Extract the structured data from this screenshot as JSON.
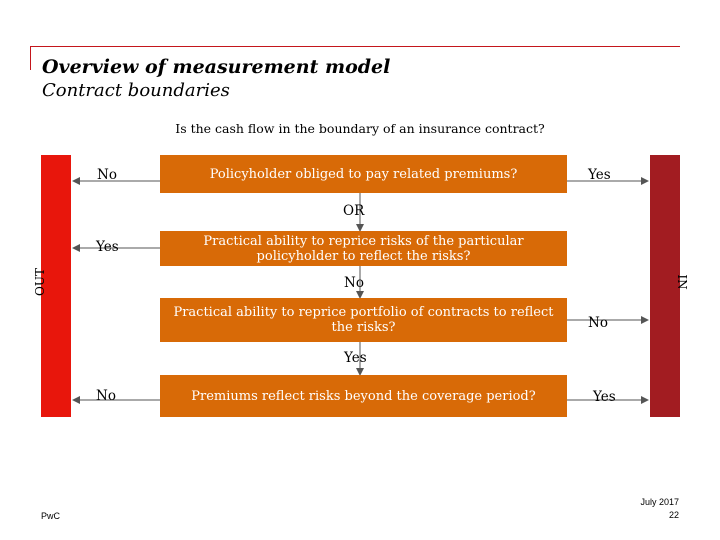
{
  "title": "Overview of measurement model",
  "subtitle": "Contract boundaries",
  "question": "Is the cash flow in the boundary of an insurance contract?",
  "side_labels": {
    "out": "OUT",
    "in": "IN"
  },
  "steps": [
    {
      "text": "Policyholder obliged to pay related premiums?",
      "left_label": "No",
      "right_label": "Yes"
    },
    {
      "connector": "OR"
    },
    {
      "text": "Practical ability to reprice risks of the particular policyholder to reflect the risks?",
      "left_label": "Yes"
    },
    {
      "connector": "No"
    },
    {
      "text": "Practical ability to reprice portfolio of contracts to reflect the risks?",
      "right_label": "No"
    },
    {
      "connector": "Yes"
    },
    {
      "text": "Premiums reflect risks beyond the coverage period?",
      "left_label": "No",
      "right_label": "Yes"
    }
  ],
  "footer": {
    "brand": "PwC",
    "date": "July 2017",
    "page": "22"
  },
  "colors": {
    "accent_line": "#c4161c",
    "box": "#d86a07",
    "out_bar": "#e8160c",
    "in_bar": "#a21c21"
  }
}
